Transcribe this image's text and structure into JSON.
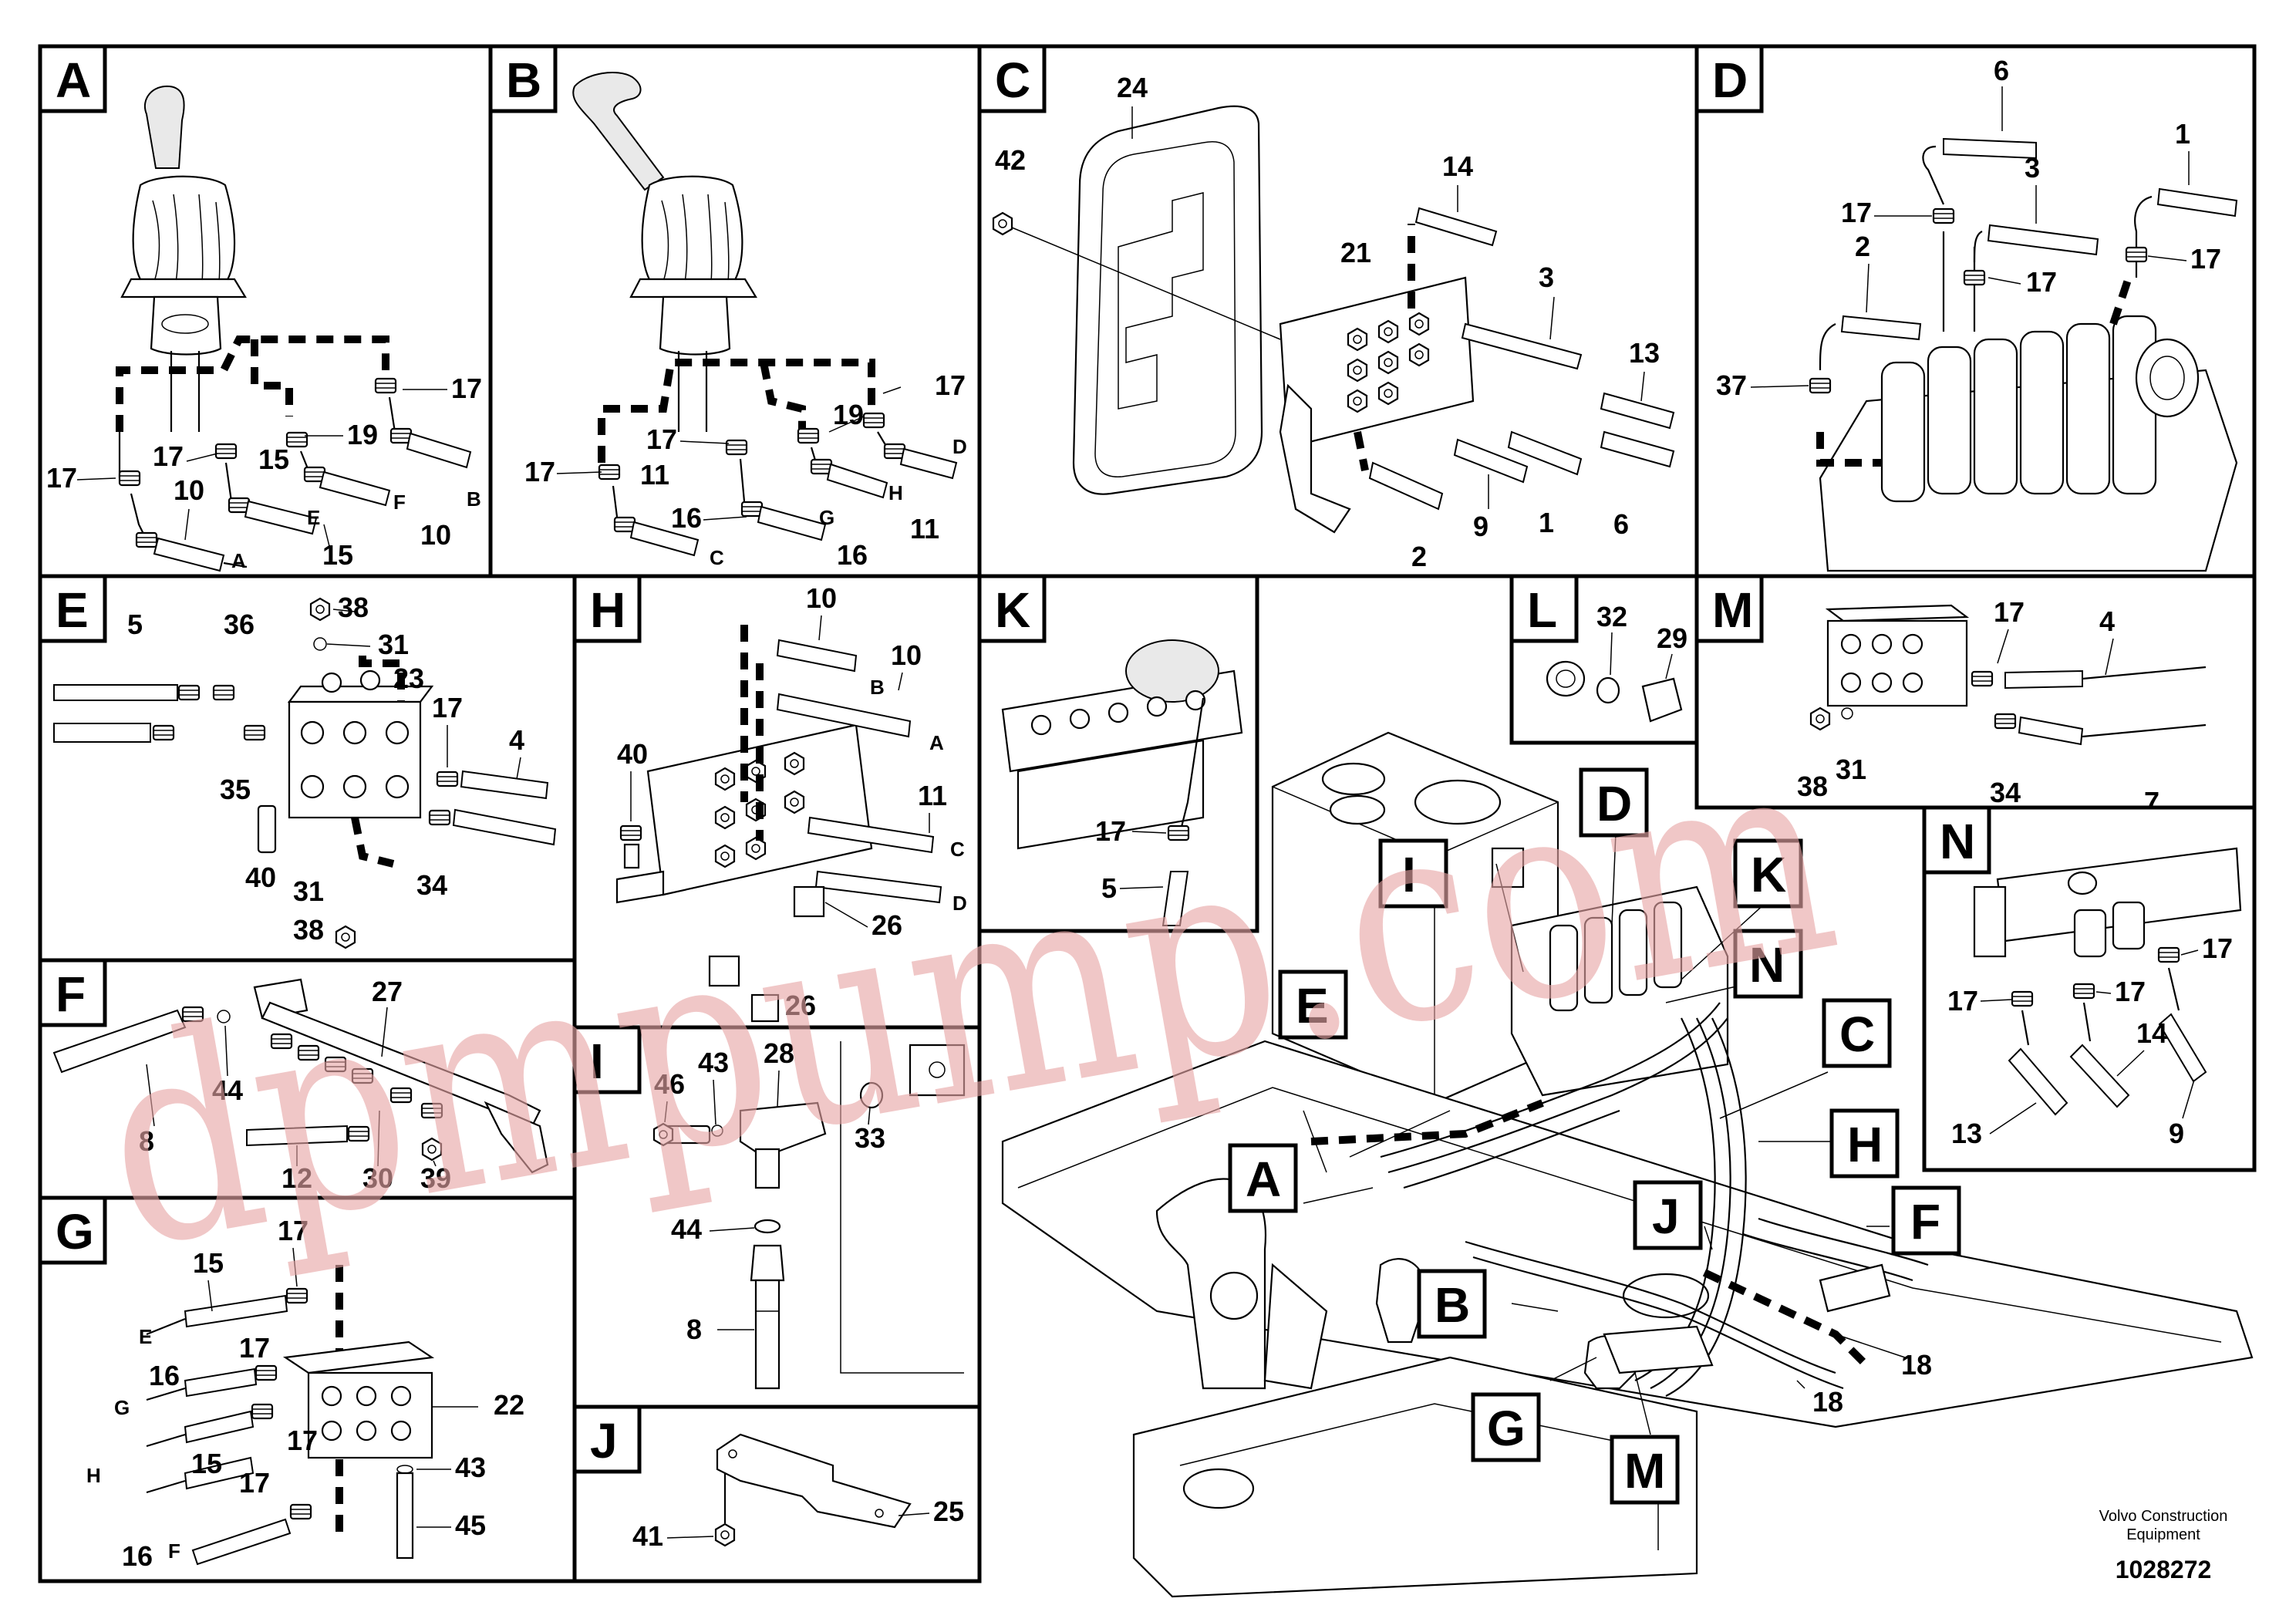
{
  "panels": [
    {
      "letter": "A",
      "callouts": [
        "17",
        "17",
        "17",
        "19",
        "15",
        "10",
        "15",
        "10"
      ],
      "connectors": [
        "A",
        "E",
        "F",
        "B"
      ]
    },
    {
      "letter": "B",
      "callouts": [
        "17",
        "17",
        "17",
        "19",
        "11",
        "16",
        "16",
        "11"
      ],
      "connectors": [
        "C",
        "G",
        "H",
        "D"
      ]
    },
    {
      "letter": "C",
      "callouts": [
        "24",
        "42",
        "14",
        "21",
        "3",
        "13",
        "9",
        "1",
        "6",
        "2"
      ]
    },
    {
      "letter": "D",
      "callouts": [
        "6",
        "1",
        "3",
        "17",
        "17",
        "17",
        "2",
        "37"
      ]
    },
    {
      "letter": "E",
      "callouts": [
        "5",
        "36",
        "38",
        "31",
        "23",
        "17",
        "4",
        "35",
        "40",
        "31",
        "34",
        "38"
      ]
    },
    {
      "letter": "H",
      "callouts": [
        "10",
        "10",
        "40",
        "11",
        "26",
        "26"
      ],
      "connectors": [
        "B",
        "A",
        "C",
        "D"
      ]
    },
    {
      "letter": "K",
      "callouts": [
        "17",
        "5"
      ]
    },
    {
      "letter": "L",
      "callouts": [
        "32",
        "29"
      ]
    },
    {
      "letter": "M",
      "callouts": [
        "17",
        "4",
        "38",
        "31",
        "34",
        "7"
      ]
    },
    {
      "letter": "F",
      "callouts": [
        "27",
        "44",
        "8",
        "12",
        "30",
        "39"
      ]
    },
    {
      "letter": "I",
      "callouts": [
        "46",
        "43",
        "28",
        "33",
        "44",
        "8"
      ]
    },
    {
      "letter": "N",
      "callouts": [
        "17",
        "17",
        "17",
        "14",
        "13",
        "9"
      ]
    },
    {
      "letter": "G",
      "callouts": [
        "17",
        "15",
        "17",
        "16",
        "22",
        "17",
        "43",
        "15",
        "17",
        "45",
        "16"
      ],
      "connectors": [
        "E",
        "G",
        "H",
        "F"
      ]
    },
    {
      "letter": "J",
      "callouts": [
        "25",
        "41"
      ]
    }
  ],
  "overview": {
    "labels": [
      "D",
      "I",
      "K",
      "N",
      "C",
      "H",
      "F",
      "E",
      "A",
      "J",
      "B",
      "G",
      "M"
    ],
    "callouts": [
      "18",
      "18"
    ]
  },
  "footer": {
    "company_line1": "Volvo Construction",
    "company_line2": "Equipment",
    "doc_number": "1028272"
  },
  "watermark": "dpmpump.com",
  "colors": {
    "watermark": "#e8a6a6",
    "ink": "#000000"
  }
}
